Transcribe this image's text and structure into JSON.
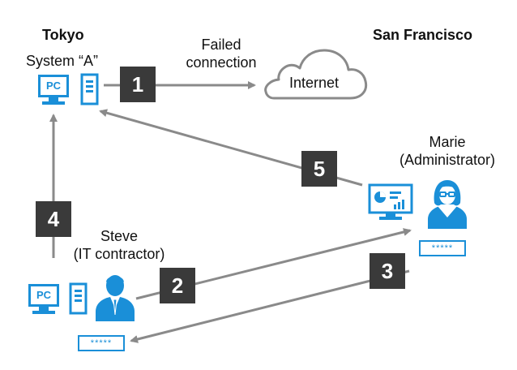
{
  "locations": {
    "left": "Tokyo",
    "right": "San Francisco"
  },
  "system_a": {
    "label": "System “A”",
    "pc_text": "PC"
  },
  "failed": {
    "line1": "Failed",
    "line2": "connection"
  },
  "cloud": {
    "label": "Internet"
  },
  "marie": {
    "line1": "Marie",
    "line2": "(Administrator)",
    "password": "*****"
  },
  "steve": {
    "line1": "Steve",
    "line2": "(IT contractor)",
    "pc_text": "PC",
    "password": "*****"
  },
  "steps": [
    "1",
    "2",
    "3",
    "4",
    "5"
  ],
  "colors": {
    "accent": "#1a8fd8",
    "arrow": "#8a8a8a",
    "step_box": "#3a3a3a"
  },
  "icons": {
    "cloud": "cloud-icon",
    "pc": "pc-icon",
    "tower": "tower-icon",
    "dashboard": "dashboard-monitor-icon",
    "admin": "woman-user-icon",
    "contractor": "man-user-icon",
    "password": "password-field-icon"
  }
}
